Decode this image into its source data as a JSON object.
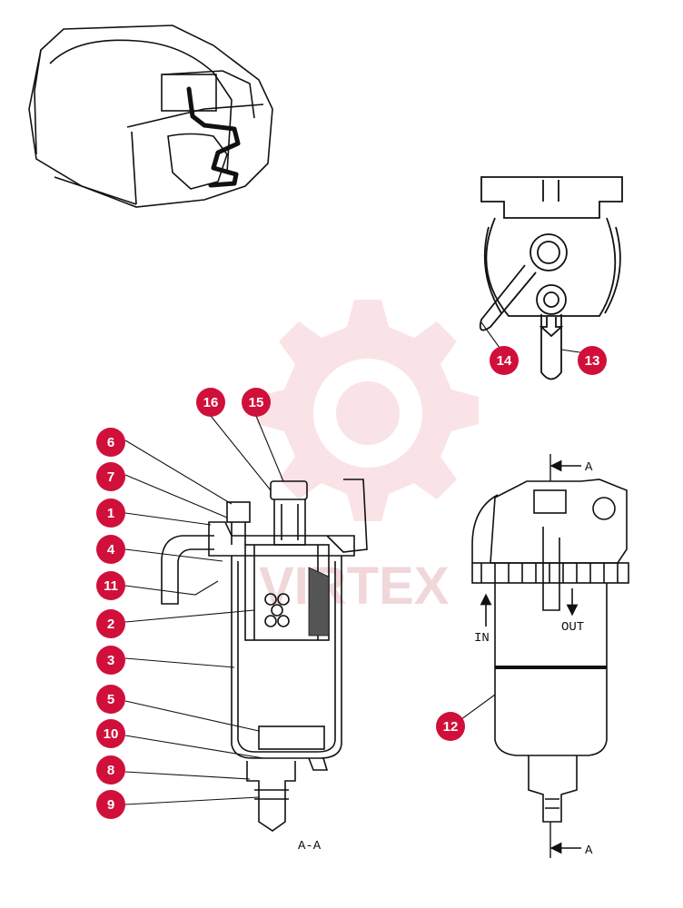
{
  "watermark": {
    "text": "VIRTEX",
    "color": "#e8a0a8"
  },
  "accent": "#d0103a",
  "callouts": [
    "1",
    "2",
    "3",
    "4",
    "5",
    "6",
    "7",
    "8",
    "9",
    "10",
    "11",
    "12",
    "13",
    "14",
    "15",
    "16"
  ],
  "labels": {
    "section_top": "A",
    "section_bottom": "A",
    "section_view": "A-A",
    "inlet": "IN",
    "outlet": "OUT"
  }
}
